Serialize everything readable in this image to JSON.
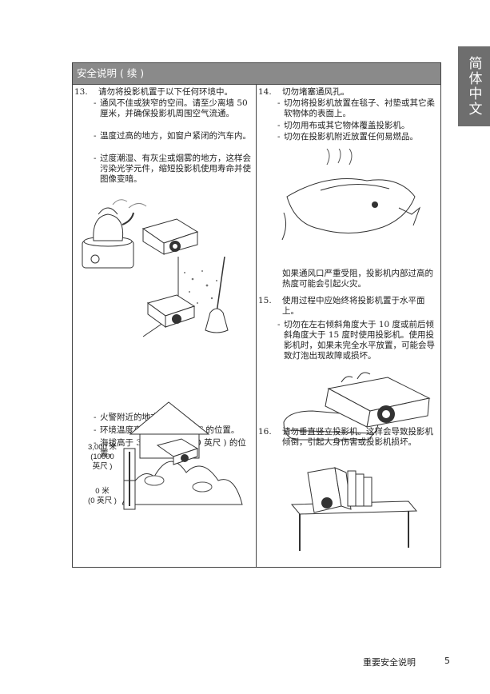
{
  "side_tab": "简体中文",
  "section_title": "安全说明 ( 续 )",
  "left": {
    "item13": {
      "number": "13.",
      "title": "请勿将投影机置于以下任何环境中。",
      "bullets_top": [
        "通风不佳或狭窄的空间。请至少离墙 50 厘米，并确保投影机周围空气流通。",
        "温度过高的地方，如窗户紧闭的汽车内。",
        "过度潮湿、有灰尘或烟雾的地方，这样会污染光学元件，缩短投影机使用寿命并使图像变暗。"
      ],
      "bullets_bottom": [
        "火警附近的地方。",
        "环境温度高于 35°C / 95°F 的位置。",
        "海拔高于 3000 米 (10000 英尺 ) 的位置。"
      ]
    },
    "altitude": {
      "top_label_1": "3,000 米",
      "top_label_2": "(10000",
      "top_label_3": "英尺 )",
      "bottom_label_1": "0 米",
      "bottom_label_2": "(0 英尺 )"
    }
  },
  "right": {
    "item14": {
      "number": "14.",
      "title": "切勿堵塞通风孔。",
      "bullets": [
        "切勿将投影机放置在毯子、衬垫或其它柔软物体的表面上。",
        "切勿用布或其它物体覆盖投影机。",
        "切勿在投影机附近放置任何易燃品。"
      ],
      "note": "如果通风口严重受阻，投影机内部过高的热度可能会引起火灾。"
    },
    "item15": {
      "number": "15.",
      "title": "使用过程中应始终将投影机置于水平面上。",
      "bullets": [
        "切勿在左右倾斜角度大于 10 度或前后倾斜角度大于 15 度时使用投影机。使用投影机时，如果未完全水平放置，可能会导致灯泡出现故障或损坏。"
      ]
    },
    "item16": {
      "number": "16.",
      "title": "请勿垂直竖立投影机。这样会导致投影机倾倒，引起人身伤害或投影机损坏。"
    }
  },
  "footer": {
    "label": "重要安全说明",
    "page": "5"
  }
}
